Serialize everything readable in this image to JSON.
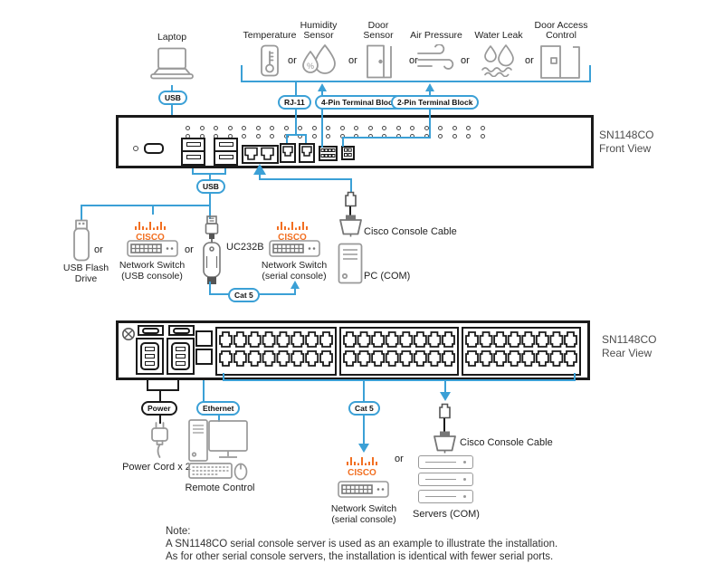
{
  "colors": {
    "line_blue": "#3BA0D6",
    "cisco_orange": "#F26F21",
    "device_black": "#1A1A1A",
    "icon_gray": "#999999"
  },
  "sensors": {
    "or": "or",
    "items": [
      {
        "label": "Temperature"
      },
      {
        "label": "Humidity Sensor"
      },
      {
        "label": "Door Sensor"
      },
      {
        "label": "Air Pressure"
      },
      {
        "label": "Water Leak"
      },
      {
        "label": "Door Access Control"
      }
    ],
    "tags": {
      "rj11": "RJ-11",
      "pin4": "4-Pin Terminal Block",
      "pin2": "2-Pin Terminal Block"
    }
  },
  "laptop": {
    "label": "Laptop",
    "usb_tag": "USB"
  },
  "front_view": {
    "model": "SN1148CO",
    "view": "Front View"
  },
  "middle": {
    "usb_tag": "USB",
    "flash_drive": "USB Flash Drive",
    "or_1": "or",
    "or_2": "or",
    "cisco_brand": "CISCO",
    "usb_switch_line1": "Network Switch",
    "usb_switch_line2": "(USB console)",
    "uc232b": "UC232B",
    "cat5_tag": "Cat 5",
    "serial_switch_line1": "Network Switch",
    "serial_switch_line2": "(serial console)",
    "console_cable": "Cisco Console Cable",
    "pc": "PC (COM)"
  },
  "rear_view": {
    "model": "SN1148CO",
    "view": "Rear View"
  },
  "bottom": {
    "power_tag": "Power",
    "power_cord": "Power Cord x 2",
    "ethernet_tag": "Ethernet",
    "remote_control": "Remote Control",
    "cat5_tag": "Cat 5",
    "cisco_brand": "CISCO",
    "serial_switch_line1": "Network Switch",
    "serial_switch_line2": "(serial console)",
    "or": "or",
    "console_cable": "Cisco Console Cable",
    "servers": "Servers (COM)"
  },
  "note": {
    "title": "Note:",
    "line1": "A SN1148CO serial console server is used as an example to illustrate the installation.",
    "line2": "As for other serial console servers, the installation is identical with fewer serial ports."
  },
  "config": {
    "front_led_cols": 22,
    "front_led_rows": 2,
    "rear_banks": 3,
    "rear_cols_per_bank": 8,
    "rear_rows_per_bank": 2,
    "rear_total_ports": 48
  }
}
